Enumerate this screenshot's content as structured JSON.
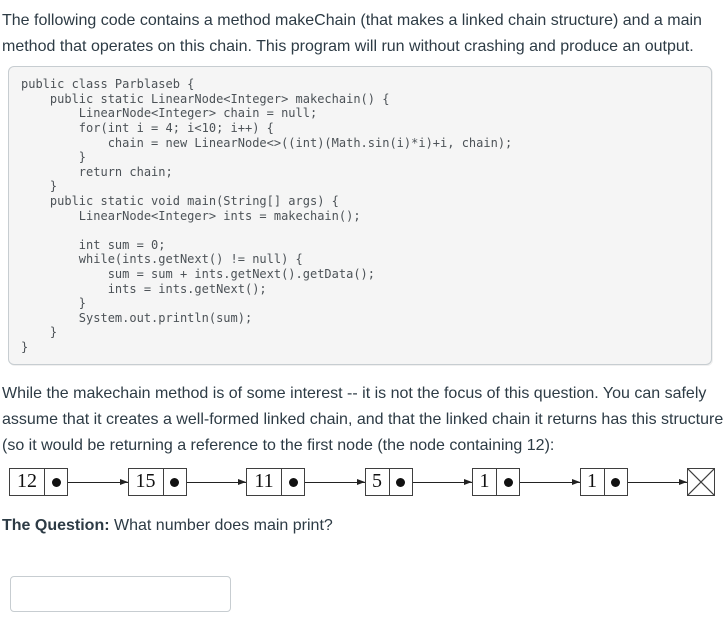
{
  "intro": {
    "paragraph1": "The following code contains a method makeChain (that makes a linked chain structure) and a main method that operates on this chain. This program will run without crashing and produce an output.",
    "paragraph2": "While the makechain method is of some interest -- it is not the focus of this question. You can safely assume that it creates a well-formed linked chain, and that the linked chain it returns has this structure (so it would be returning a reference to the first node (the node containing 12):"
  },
  "code_block": {
    "language": "java",
    "code": "public class Parblaseb {\n    public static LinearNode<Integer> makechain() {\n        LinearNode<Integer> chain = null;\n        for(int i = 4; i<10; i++) {\n            chain = new LinearNode<>((int)(Math.sin(i)*i)+i, chain);\n        }\n        return chain;\n    }\n    public static void main(String[] args) {\n        LinearNode<Integer> ints = makechain();\n\n        int sum = 0;\n        while(ints.getNext() != null) {\n            sum = sum + ints.getNext().getData();\n            ints = ints.getNext();\n        }\n        System.out.println(sum);\n    }\n}"
  },
  "diagram": {
    "type": "linked-list",
    "nodes": [
      "12",
      "15",
      "11",
      "5",
      "1",
      "1"
    ],
    "terminator": "null-x-box"
  },
  "question": {
    "label": "The Question:",
    "text": " What number does main print?"
  },
  "answer_input": {
    "value": ""
  },
  "colors": {
    "body_text": "#2d3b45",
    "code_text": "#4c5257",
    "code_background": "#f5f5f5",
    "code_border": "#c7cdd1",
    "node_border": "#3f3f3f",
    "input_border": "#c7cdd1"
  }
}
